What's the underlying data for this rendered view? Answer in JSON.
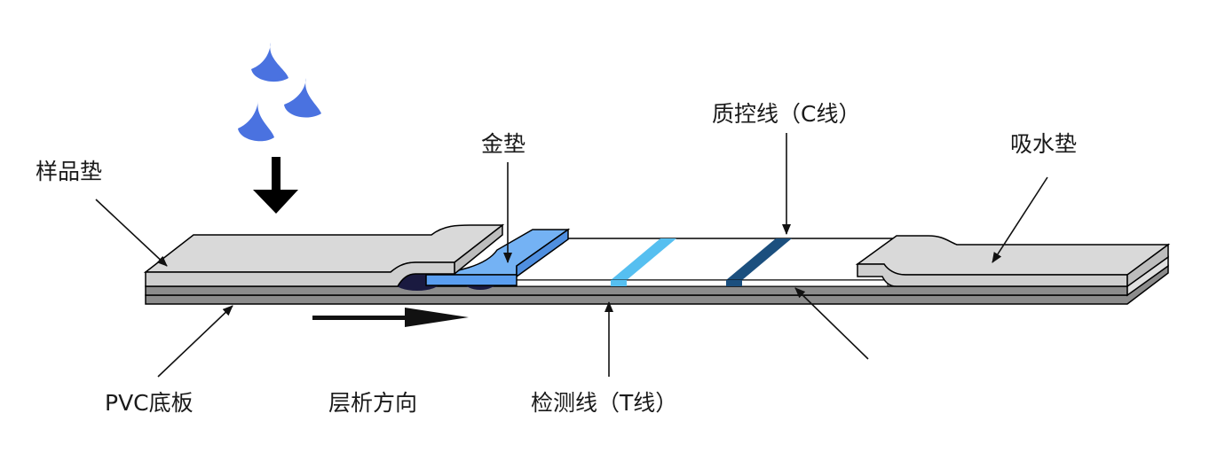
{
  "labels": {
    "sample_pad": "样品垫",
    "gold_pad": "金垫",
    "control_line": "质控线（C线）",
    "absorbent_pad": "吸水垫",
    "pvc_backing": "PVC底板",
    "flow_direction": "层析方向",
    "test_line": "检测线（T线）"
  },
  "colors": {
    "drop": "#4a72e0",
    "sample_pad": "#d9d9d9",
    "gold_pad": "#74b2f4",
    "test_line": "#56bff0",
    "control_line": "#1b4f7e",
    "backing": "#8c8c8c"
  }
}
